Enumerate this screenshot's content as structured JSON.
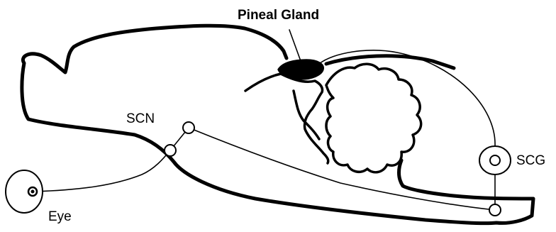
{
  "labels": {
    "pineal_gland": "Pineal Gland",
    "scn": "SCN",
    "scg": "SCG",
    "eye": "Eye"
  },
  "colors": {
    "ink": "#000000",
    "background": "#ffffff"
  }
}
